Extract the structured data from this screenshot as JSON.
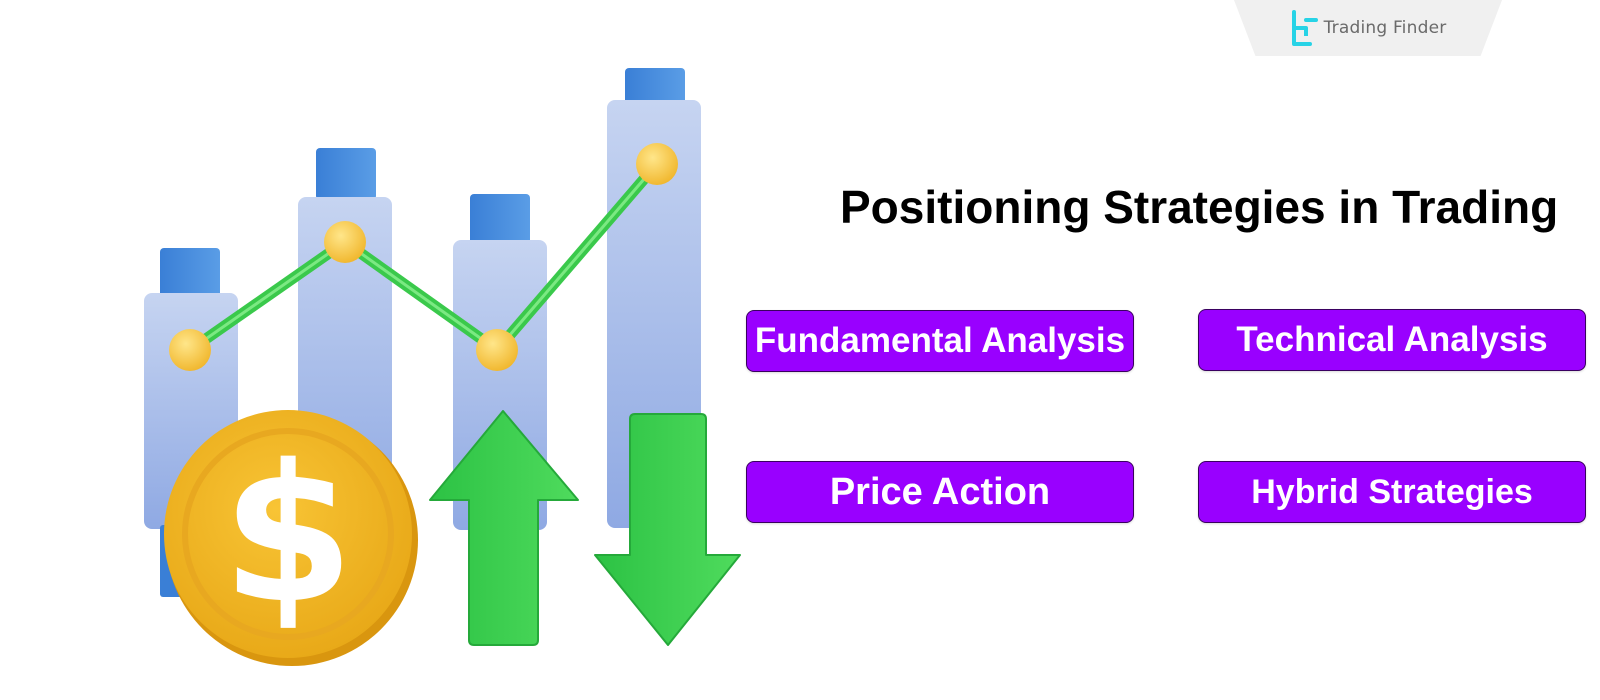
{
  "brand": {
    "name": "Trading Finder",
    "logo_icon": "tf-logo-icon"
  },
  "title": "Positioning Strategies in Trading",
  "strategies": [
    {
      "label": "Fundamental Analysis"
    },
    {
      "label": "Technical Analysis"
    },
    {
      "label": "Price Action"
    },
    {
      "label": "Hybrid Strategies"
    }
  ],
  "illustration": {
    "coin_symbol": "$",
    "colors": {
      "accent": "#9900ff",
      "line": "#3ac94b",
      "coin": "#f2b51c",
      "bar": "#aac0ec",
      "bar_cap": "#3f86d6"
    }
  }
}
